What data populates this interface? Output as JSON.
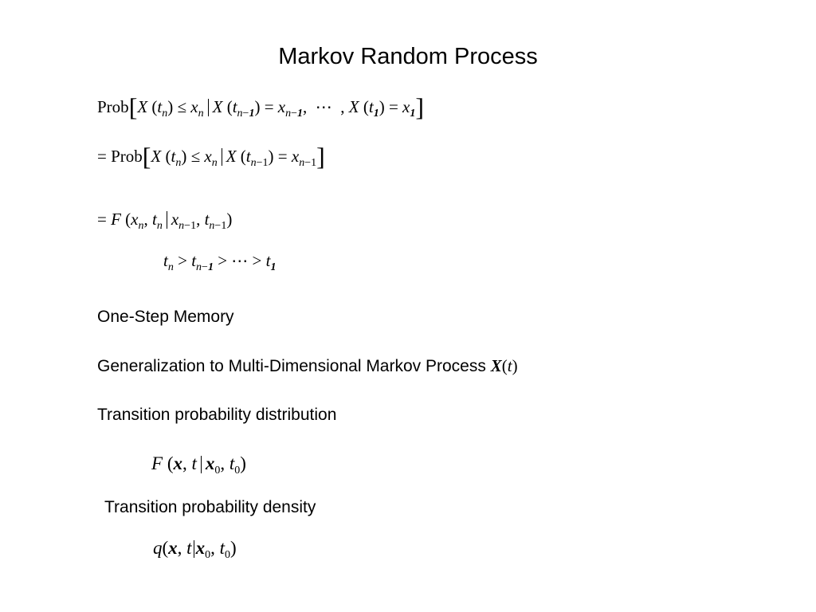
{
  "slide": {
    "title": "Markov Random Process",
    "eq1": "Prob[X(tₙ) ≤ xₙ | X(tₙ₋₁) = xₙ₋₁ , ⋯ , X(t₁) = x₁]",
    "eq2": "= Prob[X(tₙ) ≤ xₙ | X(tₙ₋₁) = xₙ₋₁]",
    "eq3": "= F(xₙ , tₙ | xₙ₋₁, tₙ₋₁)",
    "eq4": "tₙ > tₙ₋₁ > ⋯ > t₁",
    "one_step_memory": "One-Step Memory",
    "generalization_text": "Generalization to Multi-Dimensional Markov Process",
    "generalization_symbol": "X(t)",
    "transition_distribution_label": "Transition probability distribution",
    "transition_distribution_eq": "F(x, t | x₀, t₀)",
    "transition_density_label": "Transition probability density",
    "transition_density_eq": "q(x, t|x₀, t₀)"
  }
}
